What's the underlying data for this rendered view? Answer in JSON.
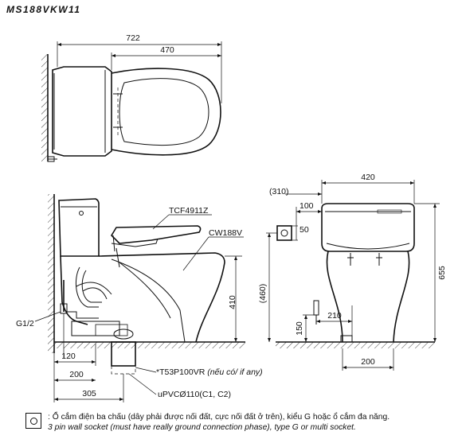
{
  "model": "MS188VKW11",
  "top_view": {
    "overall_width": "722",
    "seat_length": "470"
  },
  "side_view": {
    "seat_label": "TCF4911Z",
    "bowl_label": "CW188V",
    "height": "410",
    "supply_label": "G1/2",
    "supply_offset": "120",
    "trap_offset": "200",
    "drain_offset": "305",
    "trap_label_prefix": "*T53P100VR",
    "trap_label_note": "(nếu có/ if any)",
    "drain_pipe_label": "uPVCØ110(C1, C2)"
  },
  "front_view": {
    "depth_dim": "(310)",
    "width": "420",
    "socket_offset": "100",
    "socket_size": "50",
    "total_height": "655",
    "socket_height": "(460)",
    "supply_offset": "210",
    "supply_height": "150",
    "base_width": "200"
  },
  "legend": {
    "vi": ": Ổ cắm điện ba chấu (dây phải được nối đất, cực nối đất ở trên), kiểu G hoặc ổ cắm đa năng.",
    "en": "3 pin wall socket (must have really ground connection phase), type G or multi socket."
  },
  "icons": [
    "wall-socket-icon"
  ]
}
